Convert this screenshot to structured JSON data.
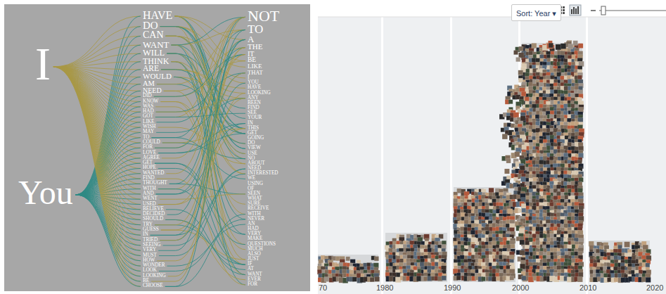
{
  "diagram": {
    "nodes": [
      {
        "text": [
          "Sort: Year ▾"
        ]
      }
    ],
    "labels": [
      "I",
      "You",
      "HAVE",
      "DO",
      "CAN",
      "WANT",
      "WILL",
      "THINK",
      "ARE",
      "WOULD",
      "AM",
      "NEED",
      "DID",
      "KNOW",
      "WAS",
      "HAD",
      "GOT",
      "LIKE",
      "WISH",
      "MAY",
      "TO",
      "COULD",
      "FOR",
      "LOVE",
      "AGREE",
      "GET",
      "HOPE",
      "WANTED",
      "FIND",
      "THOUGHT",
      "WITH",
      "AND",
      "WENT",
      "USED",
      "BELIEVE",
      "DECIDED",
      "SHOULD",
      "TRY",
      "GUESS",
      "IN",
      "TRIED",
      "SEEING",
      "VERY",
      "MUST",
      "HOW",
      "WONDER",
      "LOOK",
      "LOOKING",
      "BE",
      "CHOOSE",
      "NOT",
      "TO",
      "A",
      "THE",
      "IT",
      "BE",
      "LIKE",
      "THAT",
      "I",
      "YOU",
      "HAVE",
      "LOOKING",
      "ANY",
      "BEEN",
      "FIND",
      "SEE",
      "YOUR",
      "IN",
      "THIS",
      "GET",
      "GOING",
      "DO",
      "VIEW",
      "USE",
      "NO",
      "ABOUT",
      "NEED",
      "INTERESTED",
      "WE",
      "USING",
      "OF",
      "SEEN",
      "WHAT",
      "SURE",
      "RECEIVE",
      "WITH",
      "NEVER",
      "AN",
      "HAD",
      "VERY",
      "MAKE",
      "QUESTIONS",
      "MUCH",
      "ALSO",
      "JUST",
      "IF",
      "AT",
      "WANT",
      "EVER",
      "FOR",
      "70",
      "1980",
      "1990",
      "2000",
      "2010",
      "2020"
    ]
  }
}
